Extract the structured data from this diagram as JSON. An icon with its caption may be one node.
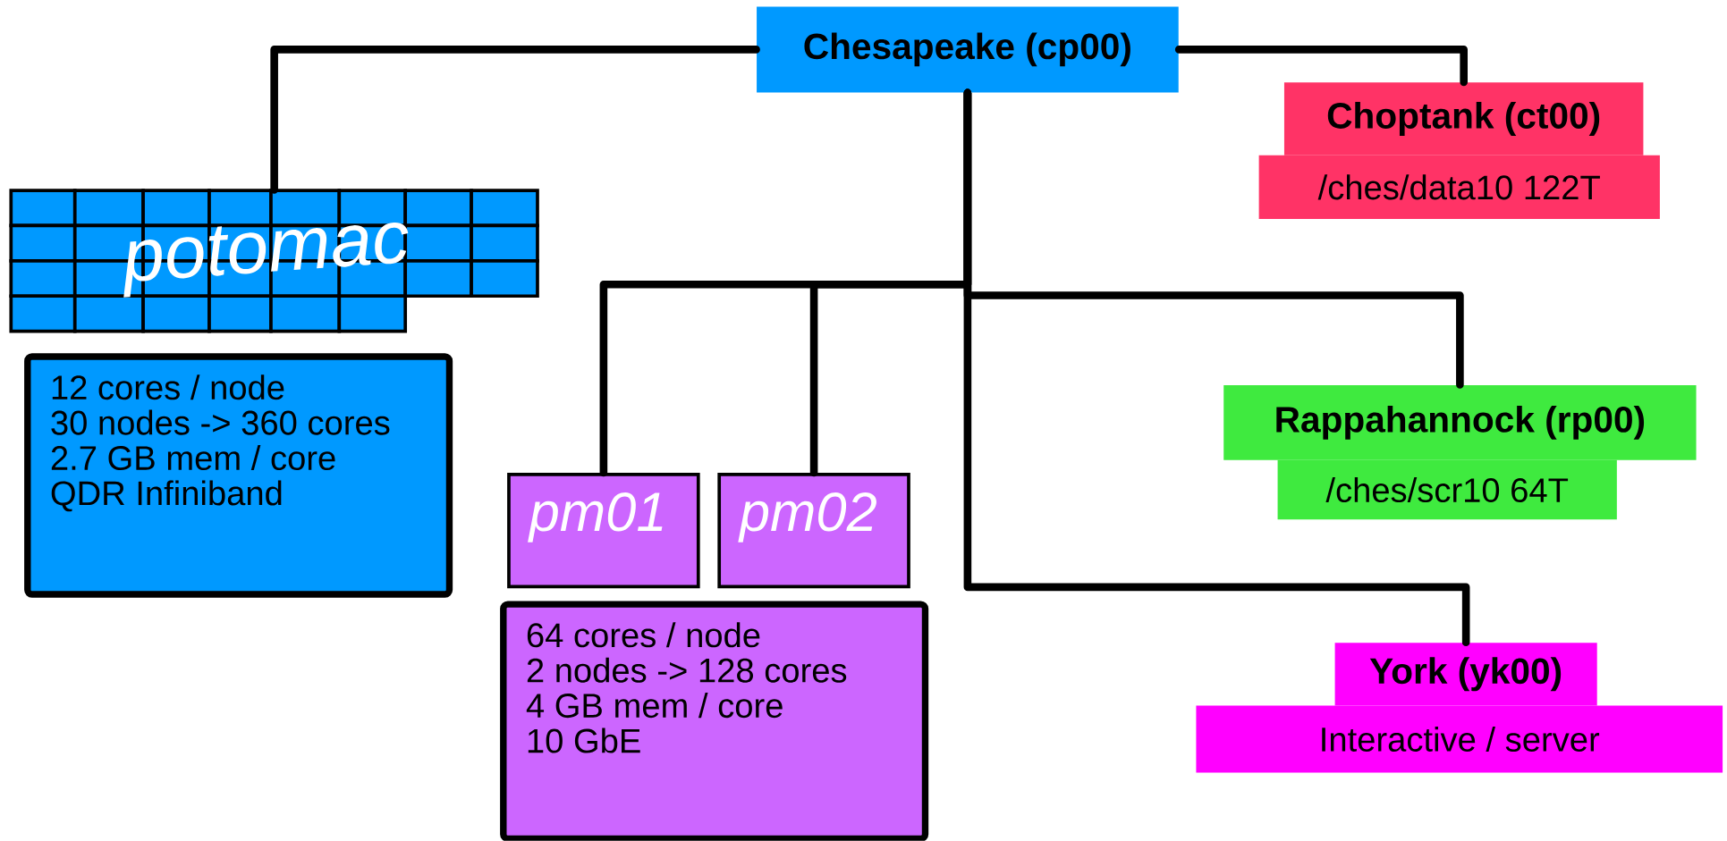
{
  "diagram": {
    "nodes": [
      {
        "text": [
          "Chesapeake (cp00)"
        ]
      },
      {
        "text": [
          "potomac"
        ]
      },
      {
        "text": [
          "12 cores / node",
          "30 nodes -> 360 cores",
          "2.7 GB mem / core",
          "QDR Infiniband"
        ]
      },
      {
        "text": [
          "pm01"
        ]
      },
      {
        "text": [
          "pm02"
        ]
      },
      {
        "text": [
          "64 cores / node",
          "2 nodes -> 128 cores",
          "4 GB mem / core",
          "10 GbE"
        ]
      },
      {
        "text": [
          "Choptank (ct00)",
          "/ches/data10 122T"
        ]
      },
      {
        "text": [
          "Rappahannock (rp00)",
          "/ches/scr10 64T"
        ]
      },
      {
        "text": [
          "York (yk00)",
          "Interactive / server"
        ]
      }
    ],
    "edges": [
      {
        "from": 0,
        "to": 1,
        "arrow": "none"
      },
      {
        "from": 0,
        "to": 6,
        "arrow": "none"
      },
      {
        "from": 0,
        "to": 3,
        "arrow": "none"
      },
      {
        "from": 0,
        "to": 4,
        "arrow": "none"
      },
      {
        "from": 0,
        "to": 7,
        "arrow": "none"
      },
      {
        "from": 0,
        "to": 8,
        "arrow": "none"
      }
    ]
  }
}
